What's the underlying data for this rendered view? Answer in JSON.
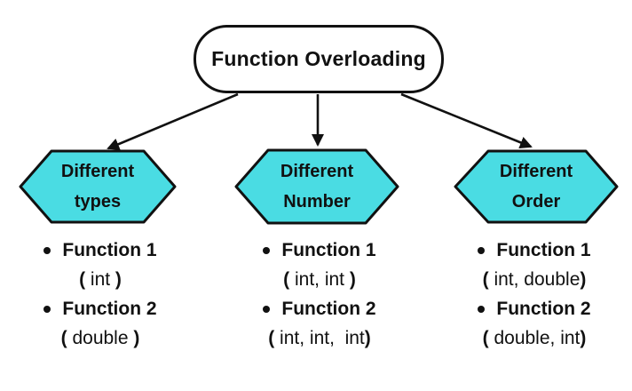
{
  "diagram": {
    "root_label": "Function Overloading",
    "colors": {
      "hexagon_fill": "#4ADCE3",
      "outline": "#111111",
      "background": "#FFFFFF",
      "text": "#111111"
    },
    "branches": [
      {
        "title_lines": [
          "Different",
          "types"
        ],
        "items": [
          {
            "name": "Function 1",
            "open": "(",
            "params": " int ",
            "close": ")"
          },
          {
            "name": "Function 2",
            "open": "(",
            "params": " double ",
            "close": ")"
          }
        ]
      },
      {
        "title_lines": [
          "Different",
          "Number"
        ],
        "items": [
          {
            "name": "Function 1",
            "open": "(",
            "params": " int, int ",
            "close": ")"
          },
          {
            "name": "Function 2",
            "open": "(",
            "params": " int, int,  int",
            "close": ")"
          }
        ]
      },
      {
        "title_lines": [
          "Different",
          "Order"
        ],
        "items": [
          {
            "name": "Function 1",
            "open": "(",
            "params": " int, double",
            "close": ")"
          },
          {
            "name": "Function 2",
            "open": "(",
            "params": " double, int",
            "close": ")"
          }
        ]
      }
    ]
  }
}
